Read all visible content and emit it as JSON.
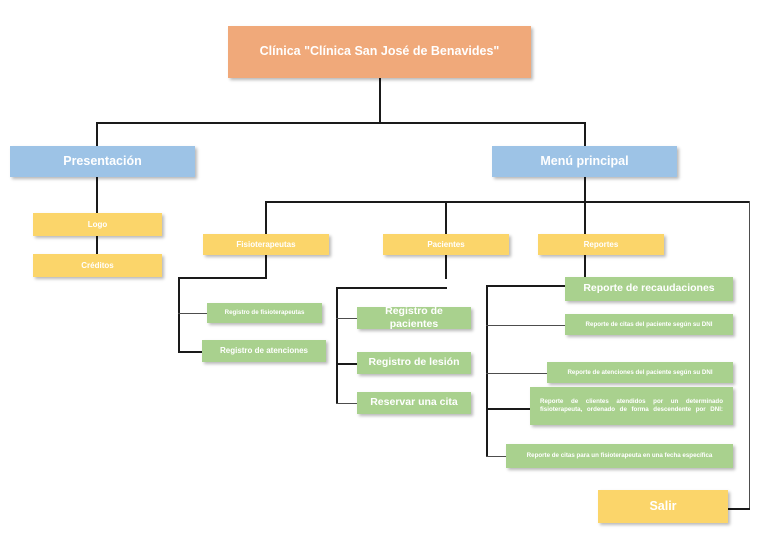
{
  "diagram": {
    "title_node": {
      "label": "Clínica \"Clínica San José de Benavides\"",
      "color": "#F0A97A"
    },
    "branches": {
      "presentacion": {
        "label": "Presentación",
        "color": "#9DC3E6",
        "children": [
          {
            "label": "Logo",
            "color": "#FBD56A"
          },
          {
            "label": "Créditos",
            "color": "#FBD56A"
          }
        ]
      },
      "menu_principal": {
        "label": "Menú principal",
        "color": "#9DC3E6",
        "categories": [
          {
            "label": "Fisioterapeutas",
            "color": "#FBD56A",
            "items": [
              {
                "label": "Registro de fisioterapeutas",
                "color": "#A9D18E"
              },
              {
                "label": "Registro de atenciones",
                "color": "#A9D18E"
              }
            ]
          },
          {
            "label": "Pacientes",
            "color": "#FBD56A",
            "items": [
              {
                "label": "Registro de pacientes",
                "color": "#A9D18E"
              },
              {
                "label": "Registro de lesión",
                "color": "#A9D18E"
              },
              {
                "label": "Reservar una cita",
                "color": "#A9D18E"
              }
            ]
          },
          {
            "label": "Reportes",
            "color": "#FBD56A",
            "items": [
              {
                "label": "Reporte de recaudaciones",
                "color": "#A9D18E"
              },
              {
                "label": "Reporte de citas del paciente según su DNI",
                "color": "#A9D18E"
              },
              {
                "label": "Reporte de atenciones del paciente según su DNI",
                "color": "#A9D18E"
              },
              {
                "label": "Reporte de clientes atendidos por un determinado fisioterapeuta, ordenado de forma descendente por DNI:",
                "color": "#A9D18E"
              },
              {
                "label": "Reporte de citas para un fisioterapeuta en una fecha específica",
                "color": "#A9D18E"
              }
            ]
          }
        ],
        "exit": {
          "label": "Salir",
          "color": "#FBD56A"
        }
      }
    }
  }
}
